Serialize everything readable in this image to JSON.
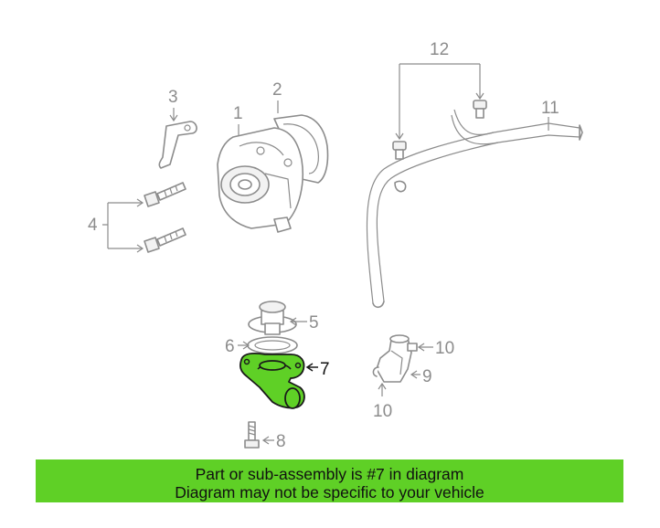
{
  "callouts": {
    "c1": "1",
    "c2": "2",
    "c3": "3",
    "c4": "4",
    "c5": "5",
    "c6": "6",
    "c7": "7",
    "c8": "8",
    "c9": "9",
    "c10a": "10",
    "c10b": "10",
    "c11": "11",
    "c12": "12"
  },
  "highlight": {
    "part_number": "7",
    "color": "#5fd026"
  },
  "banner": {
    "line1": "Part or sub-assembly is #7 in diagram",
    "line2": "Diagram may not be specific to your vehicle",
    "color": "#5fd026"
  }
}
